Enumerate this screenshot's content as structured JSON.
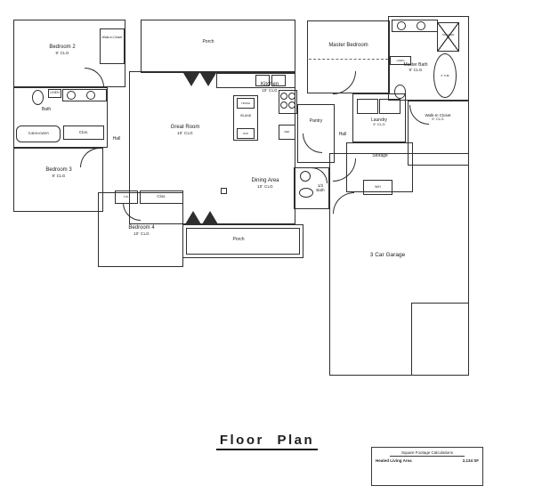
{
  "page": {
    "title": "Floor Plan"
  },
  "rooms": {
    "bedroom2": {
      "name": "Bedroom 2",
      "clg": "9' CLG"
    },
    "bedroom2_wic": {
      "name": "Walk-In Closet"
    },
    "bath": {
      "name": "Bath"
    },
    "bath_linen": {
      "name": "LINEN"
    },
    "bath_tub": {
      "name": "TUB/SHOWER"
    },
    "bath_clos": {
      "name": "Clos."
    },
    "bedroom3": {
      "name": "Bedroom 3",
      "clg": "9' CLG"
    },
    "hall_left": {
      "name": "Hall"
    },
    "bedroom4": {
      "name": "Bedroom 4",
      "clg": "10' CLG"
    },
    "bedroom4_lin": {
      "name": "Lin."
    },
    "bedroom4_clos": {
      "name": "Clos."
    },
    "great_room": {
      "name": "Great Room",
      "clg": "10' CLG"
    },
    "porch_top": {
      "name": "Porch"
    },
    "porch_bottom": {
      "name": "Porch"
    },
    "kitchen": {
      "name": "Kitchen",
      "clg": "10' CLG"
    },
    "island": {
      "name": "ISLAND",
      "trash": "TRASH",
      "dw": "D/W",
      "ref": "REF"
    },
    "pantry": {
      "name": "Pantry"
    },
    "dining": {
      "name": "Dining Area",
      "clg": "10' CLG"
    },
    "master_bedroom": {
      "name": "Master Bedroom"
    },
    "master_bath": {
      "name": "Master Bath",
      "clg": "9' CLG"
    },
    "master_linen": {
      "name": "LINEN"
    },
    "master_shower": {
      "name": "SHOWER"
    },
    "master_tub": {
      "name": "6' TUB"
    },
    "master_wic": {
      "name": "Walk-In Closet",
      "clg": "9' CLG"
    },
    "laundry": {
      "name": "Laundry",
      "clg": "9' CLG"
    },
    "hall_right": {
      "name": "Hall"
    },
    "storage": {
      "name": "Storage"
    },
    "half_bath": {
      "name": "1/2 Bath"
    },
    "garage": {
      "name": "3 Car Garage"
    },
    "water_heater": {
      "name": "W/H"
    }
  },
  "legend": {
    "title": "Square Footage Calculations",
    "row_label": "Heated Living Area",
    "row_value": "2,134 SF"
  },
  "colors": {
    "wall": "#2e2e2e",
    "background": "#ffffff"
  }
}
